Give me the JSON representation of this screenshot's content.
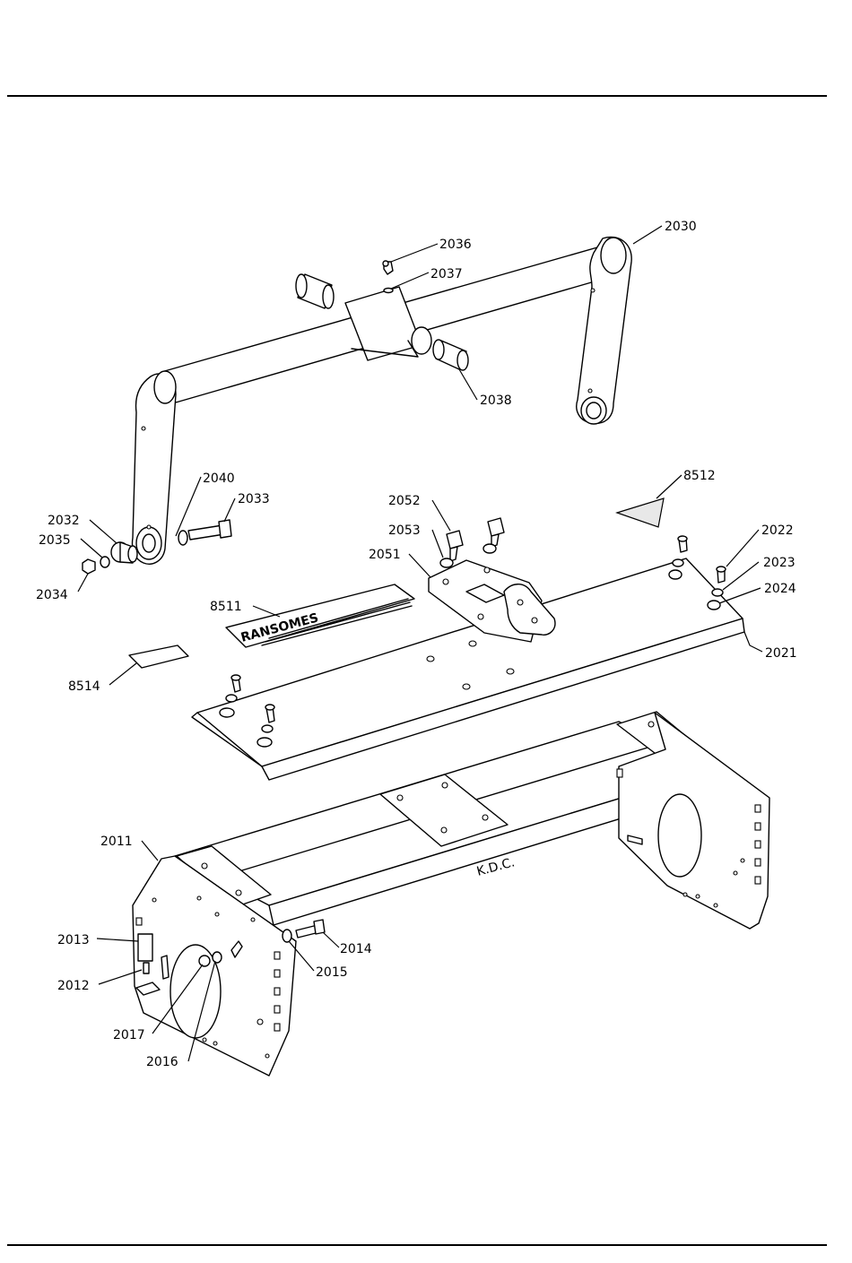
{
  "diagram": {
    "labels": [
      {
        "id": "2030",
        "text": "2030"
      },
      {
        "id": "2036",
        "text": "2036"
      },
      {
        "id": "2037",
        "text": "2037"
      },
      {
        "id": "2038",
        "text": "2038"
      },
      {
        "id": "2040",
        "text": "2040"
      },
      {
        "id": "2033",
        "text": "2033"
      },
      {
        "id": "2032",
        "text": "2032"
      },
      {
        "id": "2035",
        "text": "2035"
      },
      {
        "id": "2034",
        "text": "2034"
      },
      {
        "id": "2052",
        "text": "2052"
      },
      {
        "id": "2053",
        "text": "2053"
      },
      {
        "id": "2051",
        "text": "2051"
      },
      {
        "id": "8512",
        "text": "8512"
      },
      {
        "id": "2022",
        "text": "2022"
      },
      {
        "id": "2023",
        "text": "2023"
      },
      {
        "id": "2024",
        "text": "2024"
      },
      {
        "id": "2021",
        "text": "2021"
      },
      {
        "id": "8511",
        "text": "8511"
      },
      {
        "id": "8514",
        "text": "8514"
      },
      {
        "id": "2011",
        "text": "2011"
      },
      {
        "id": "2013",
        "text": "2013"
      },
      {
        "id": "2012",
        "text": "2012"
      },
      {
        "id": "2014",
        "text": "2014"
      },
      {
        "id": "2015",
        "text": "2015"
      },
      {
        "id": "2017",
        "text": "2017"
      },
      {
        "id": "2016",
        "text": "2016"
      }
    ],
    "decal_text": "RANSOMES",
    "initials": "K.D.C."
  }
}
